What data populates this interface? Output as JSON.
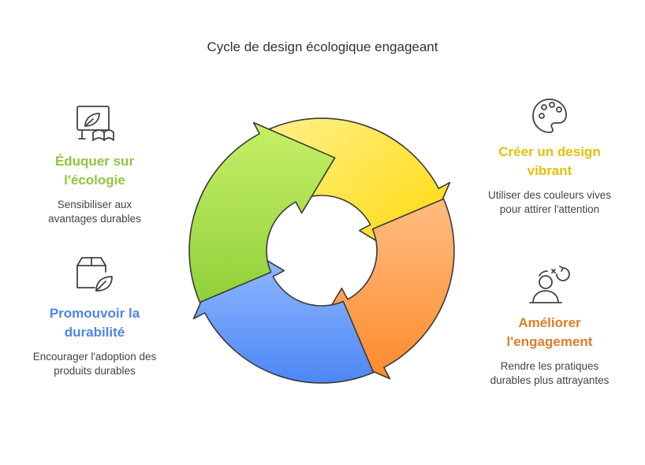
{
  "title": "Cycle de design écologique engageant",
  "colors": {
    "green": "#8dc63f",
    "yellow": "#e2c20a",
    "orange": "#e07b2a",
    "blue": "#4d86e8"
  },
  "steps": [
    {
      "id": "educate",
      "heading": "Éduquer sur l'écologie",
      "description": "Sensibiliser aux avantages durables",
      "icon": "screen-leaf-book-icon",
      "color": "#8dc63f"
    },
    {
      "id": "create",
      "heading": "Créer un design vibrant",
      "description": "Utiliser des couleurs vives pour attirer l'attention",
      "icon": "palette-icon",
      "color": "#e2c20a"
    },
    {
      "id": "improve",
      "heading": "Améliorer l'engagement",
      "description": "Rendre les pratiques durables plus attrayantes",
      "icon": "person-refresh-icon",
      "color": "#e07b2a"
    },
    {
      "id": "promote",
      "heading": "Promouvoir la durabilité",
      "description": "Encourager l'adoption des produits durables",
      "icon": "box-leaf-icon",
      "color": "#4d86e8"
    }
  ]
}
